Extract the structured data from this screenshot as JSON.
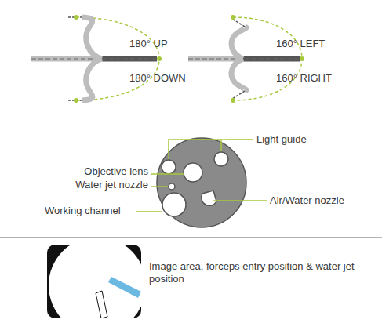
{
  "diagram": {
    "labels": [
      "180° UP",
      "180° DOWN",
      "160° LEFT",
      "160° RIGHT",
      "Light guide",
      "Objective lens",
      "Water jet nozzle",
      "Working channel",
      "Air/Water nozzle",
      "Image area, forceps entry position & water jet position"
    ]
  }
}
